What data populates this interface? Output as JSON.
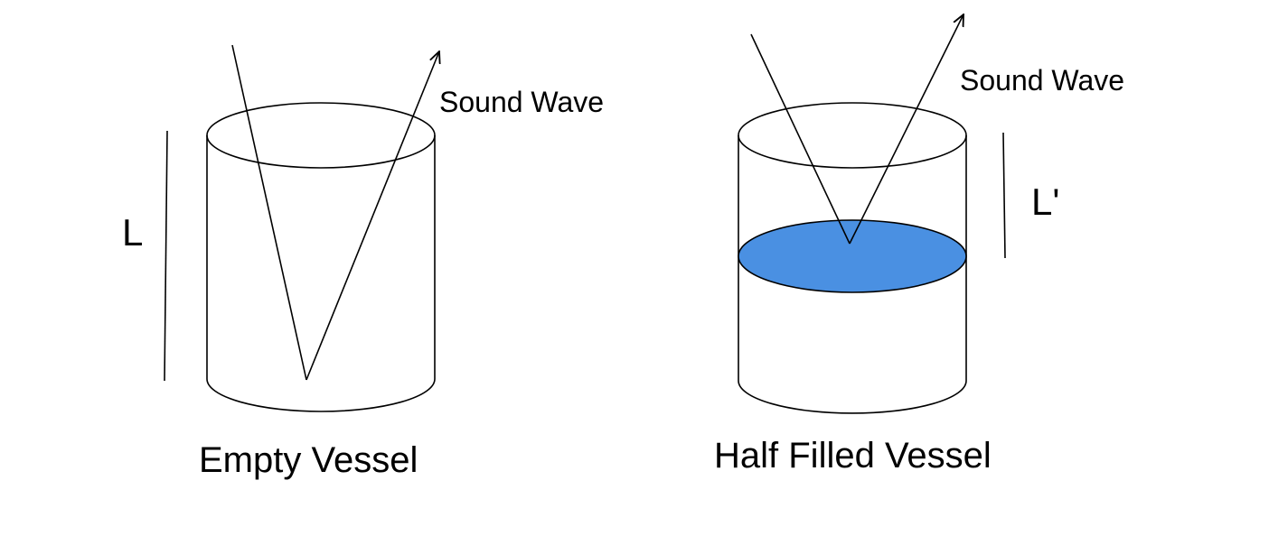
{
  "empty_vessel": {
    "caption": "Empty Vessel",
    "wave_label": "Sound Wave",
    "length_label": "L"
  },
  "half_filled_vessel": {
    "caption": "Half Filled Vessel",
    "wave_label": "Sound Wave",
    "length_label": "L'",
    "water_color": "#4a90e2"
  },
  "colors": {
    "line": "#000000",
    "background": "#ffffff"
  }
}
